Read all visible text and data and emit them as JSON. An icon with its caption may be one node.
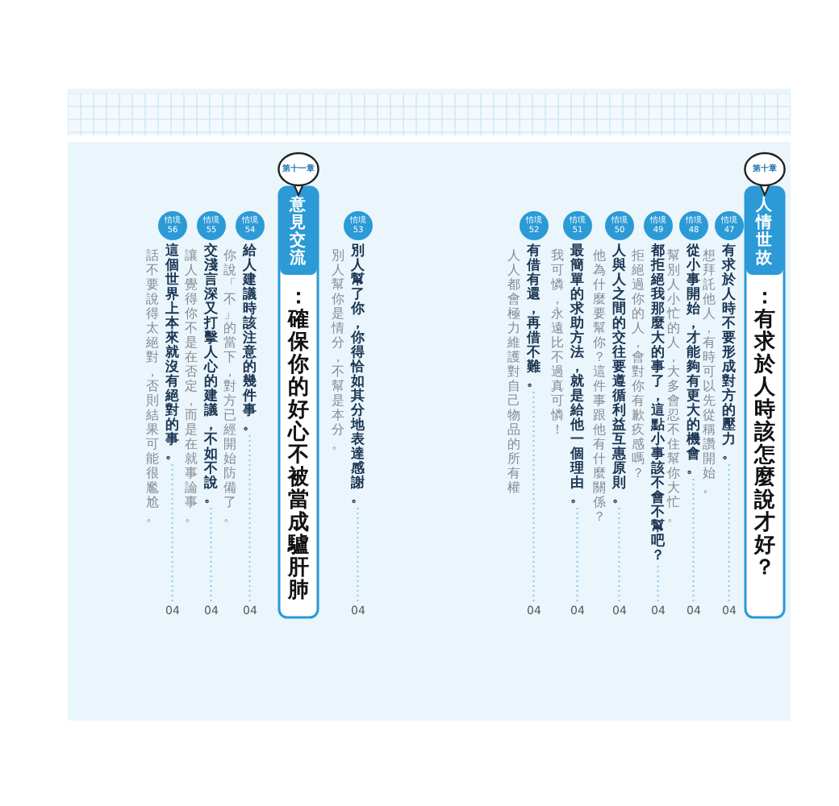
{
  "diagram": {
    "nodes": [
      {
        "text": [
          "第十章",
          "人情世故",
          "：有求於人時該怎麼說才好？"
        ]
      },
      {
        "text": [
          "情境 47"
        ]
      },
      {
        "text": [
          "有求於人時不要形成對方的壓力。"
        ],
        "beside": [
          "想拜託他人，有時可以先從稱讚開始。"
        ]
      },
      {
        "text": [
          "04"
        ]
      },
      {
        "text": [
          "情境 48"
        ]
      },
      {
        "text": [
          "從小事開始，才能夠有更大的機會。"
        ],
        "beside": [
          "幫別人小忙的人，大多會忍不住幫你大忙。"
        ]
      },
      {
        "text": [
          "04"
        ]
      },
      {
        "text": [
          "情境 49"
        ]
      },
      {
        "text": [
          "都拒絕我那麼大的事了，這點小事該不會不幫吧？"
        ],
        "beside": [
          "拒絕過你的人，會對你有歉疚感嗎？"
        ]
      },
      {
        "text": [
          "04"
        ]
      },
      {
        "text": [
          "情境 50"
        ]
      },
      {
        "text": [
          "人與人之間的交往要遵循利益互惠原則。"
        ],
        "beside": [
          "他為什麼要幫你？這件事跟他有什麼關係？"
        ]
      },
      {
        "text": [
          "04"
        ]
      },
      {
        "text": [
          "情境 51"
        ]
      },
      {
        "text": [
          "最簡單的求助方法，就是給他一個理由。"
        ],
        "beside": [
          "我可憐，永遠比不過真可憐！"
        ]
      },
      {
        "text": [
          "04"
        ]
      },
      {
        "text": [
          "情境 52"
        ]
      },
      {
        "text": [
          "有借有還，再借不難。"
        ],
        "beside": [
          "人人都會極力維護對自己物品的所有權"
        ]
      },
      {
        "text": [
          "04"
        ]
      },
      {
        "text": [
          "情境 53"
        ]
      },
      {
        "text": [
          "別人幫了你，你得恰如其分地表達感謝。"
        ],
        "beside": [
          "別人幫你是情分，不幫是本分。"
        ]
      },
      {
        "text": [
          "04"
        ]
      },
      {
        "text": [
          "第十一章",
          "意見交流",
          "：確保你的好心不被當成驢肝肺"
        ]
      },
      {
        "text": [
          "情境 54"
        ]
      },
      {
        "text": [
          "給人建議時該注意的幾件事。"
        ],
        "beside": [
          "你說「不」的當下，對方已經開始防備了。"
        ]
      },
      {
        "text": [
          "04"
        ]
      },
      {
        "text": [
          "情境 55"
        ]
      },
      {
        "text": [
          "交淺言深又打擊人心的建議，不如不說。"
        ],
        "beside": [
          "讓人覺得你不是在否定，而是在就事論事。"
        ]
      },
      {
        "text": [
          "04"
        ]
      },
      {
        "text": [
          "情境 56"
        ]
      },
      {
        "text": [
          "這個世界上本來就沒有絕對的事。"
        ],
        "beside": [
          "話不要說得太絕對，否則結果可能很尷尬。"
        ]
      },
      {
        "text": [
          "04"
        ]
      }
    ],
    "edges": [
      {
        "from": 2,
        "to": 3,
        "arrow": "none",
        "style": "dashed"
      },
      {
        "from": 5,
        "to": 6,
        "arrow": "none",
        "style": "dashed"
      },
      {
        "from": 8,
        "to": 9,
        "arrow": "none",
        "style": "dashed"
      },
      {
        "from": 11,
        "to": 12,
        "arrow": "none",
        "style": "dashed"
      },
      {
        "from": 14,
        "to": 15,
        "arrow": "none",
        "style": "dashed"
      },
      {
        "from": 17,
        "to": 18,
        "arrow": "none",
        "style": "dashed"
      },
      {
        "from": 20,
        "to": 21,
        "arrow": "none",
        "style": "dashed"
      },
      {
        "from": 24,
        "to": 25,
        "arrow": "none",
        "style": "dashed"
      },
      {
        "from": 27,
        "to": 28,
        "arrow": "none",
        "style": "dashed"
      },
      {
        "from": 30,
        "to": 31,
        "arrow": "none",
        "style": "dashed"
      }
    ]
  }
}
